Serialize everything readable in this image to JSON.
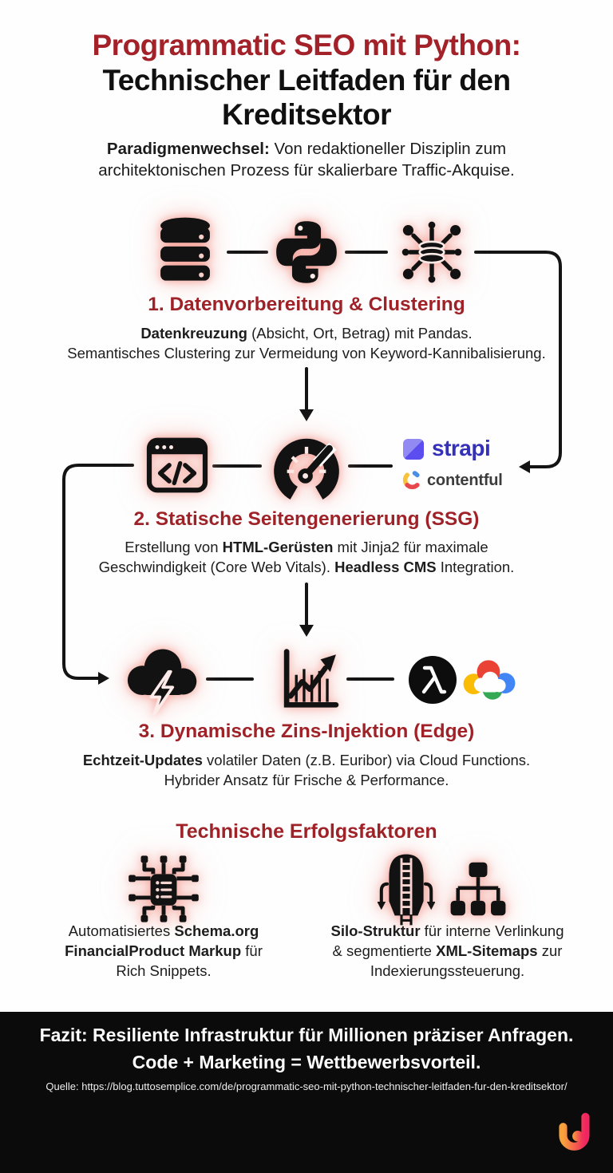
{
  "colors": {
    "accent_red": "#A3222A",
    "step_heading_red": "#9E2227",
    "text_dark": "#161616",
    "background": "#FEFEFE",
    "icon_black": "#121212",
    "glow_pink": "#F3A8A0",
    "footer_bg": "#0B0B0B",
    "strapi_purple": "#4945FF",
    "contentful_text": "#3C3C3C",
    "brand_gradient": [
      "#F8A23B",
      "#F1255F"
    ]
  },
  "header": {
    "title_accent": "Programmatic SEO mit Python:",
    "title_main": "Technischer Leitfaden für den Kreditsektor",
    "intro": [
      {
        "t": "Paradigmenwechsel:",
        "b": 1
      },
      {
        "t": " Von redaktioneller Disziplin zum architektonischen Prozess für skalierbare Traffic-Akquise.",
        "b": 0
      }
    ]
  },
  "steps": [
    {
      "heading": "1. Datenvorbereitung & Clustering",
      "icons": [
        "database-icon",
        "python-icon",
        "data-cluster-icon"
      ],
      "lines": [
        [
          {
            "t": "Datenkreuzung",
            "b": 1
          },
          {
            "t": " (Absicht, Ort, Betrag) mit Pandas.",
            "b": 0
          }
        ],
        [
          {
            "t": "Semantisches Clustering zur Vermeidung von Keyword-Kannibalisierung.",
            "b": 0
          }
        ]
      ]
    },
    {
      "heading": "2. Statische Seitengenerierung (SSG)",
      "icons": [
        "code-window-icon",
        "speed-gauge-icon"
      ],
      "logos": [
        {
          "name": "strapi",
          "label": "strapi"
        },
        {
          "name": "contentful",
          "label": "contentful"
        }
      ],
      "lines": [
        [
          {
            "t": "Erstellung von ",
            "b": 0
          },
          {
            "t": "HTML-Gerüsten",
            "b": 1
          },
          {
            "t": " mit Jinja2 für maximale",
            "b": 0
          }
        ],
        [
          {
            "t": "Geschwindigkeit (Core Web Vitals). ",
            "b": 0
          },
          {
            "t": "Headless CMS",
            "b": 1
          },
          {
            "t": " Integration.",
            "b": 0
          }
        ]
      ]
    },
    {
      "heading": "3. Dynamische Zins-Injektion (Edge)",
      "icons": [
        "storm-cloud-icon",
        "growth-chart-icon",
        "aws-lambda-icon",
        "google-cloud-icon"
      ],
      "lines": [
        [
          {
            "t": "Echtzeit-Updates",
            "b": 1
          },
          {
            "t": " volatiler Daten (z.B. Euribor) via Cloud Functions.",
            "b": 0
          }
        ],
        [
          {
            "t": "Hybrider Ansatz für Frische & Performance.",
            "b": 0
          }
        ]
      ]
    }
  ],
  "factors": {
    "heading": "Technische Erfolgsfaktoren",
    "items": [
      {
        "icon": "schema-markup-icon",
        "lines": [
          [
            {
              "t": "Automatisiertes ",
              "b": 0
            },
            {
              "t": "Schema.org",
              "b": 1
            }
          ],
          [
            {
              "t": "FinancialProduct Markup",
              "b": 1
            },
            {
              "t": " für",
              "b": 0
            }
          ],
          [
            {
              "t": "Rich Snippets.",
              "b": 0
            }
          ]
        ]
      },
      {
        "icons": [
          "silo-icon",
          "sitemap-icon"
        ],
        "lines": [
          [
            {
              "t": "Silo-Struktur",
              "b": 1
            },
            {
              "t": " für interne Verlinkung",
              "b": 0
            }
          ],
          [
            {
              "t": "& segmentierte ",
              "b": 0
            },
            {
              "t": "XML-Sitemaps",
              "b": 1
            },
            {
              "t": " zur",
              "b": 0
            }
          ],
          [
            {
              "t": "Indexierungssteuerung.",
              "b": 0
            }
          ]
        ]
      }
    ]
  },
  "footer": {
    "line1": "Fazit: Resiliente Infrastruktur für Millionen präziser Anfragen.",
    "line2": "Code + Marketing = Wettbewerbsvorteil.",
    "source": "Quelle: https://blog.tuttosemplice.com/de/programmatic-seo-mit-python-technischer-leitfaden-fur-den-kreditsektor/"
  }
}
